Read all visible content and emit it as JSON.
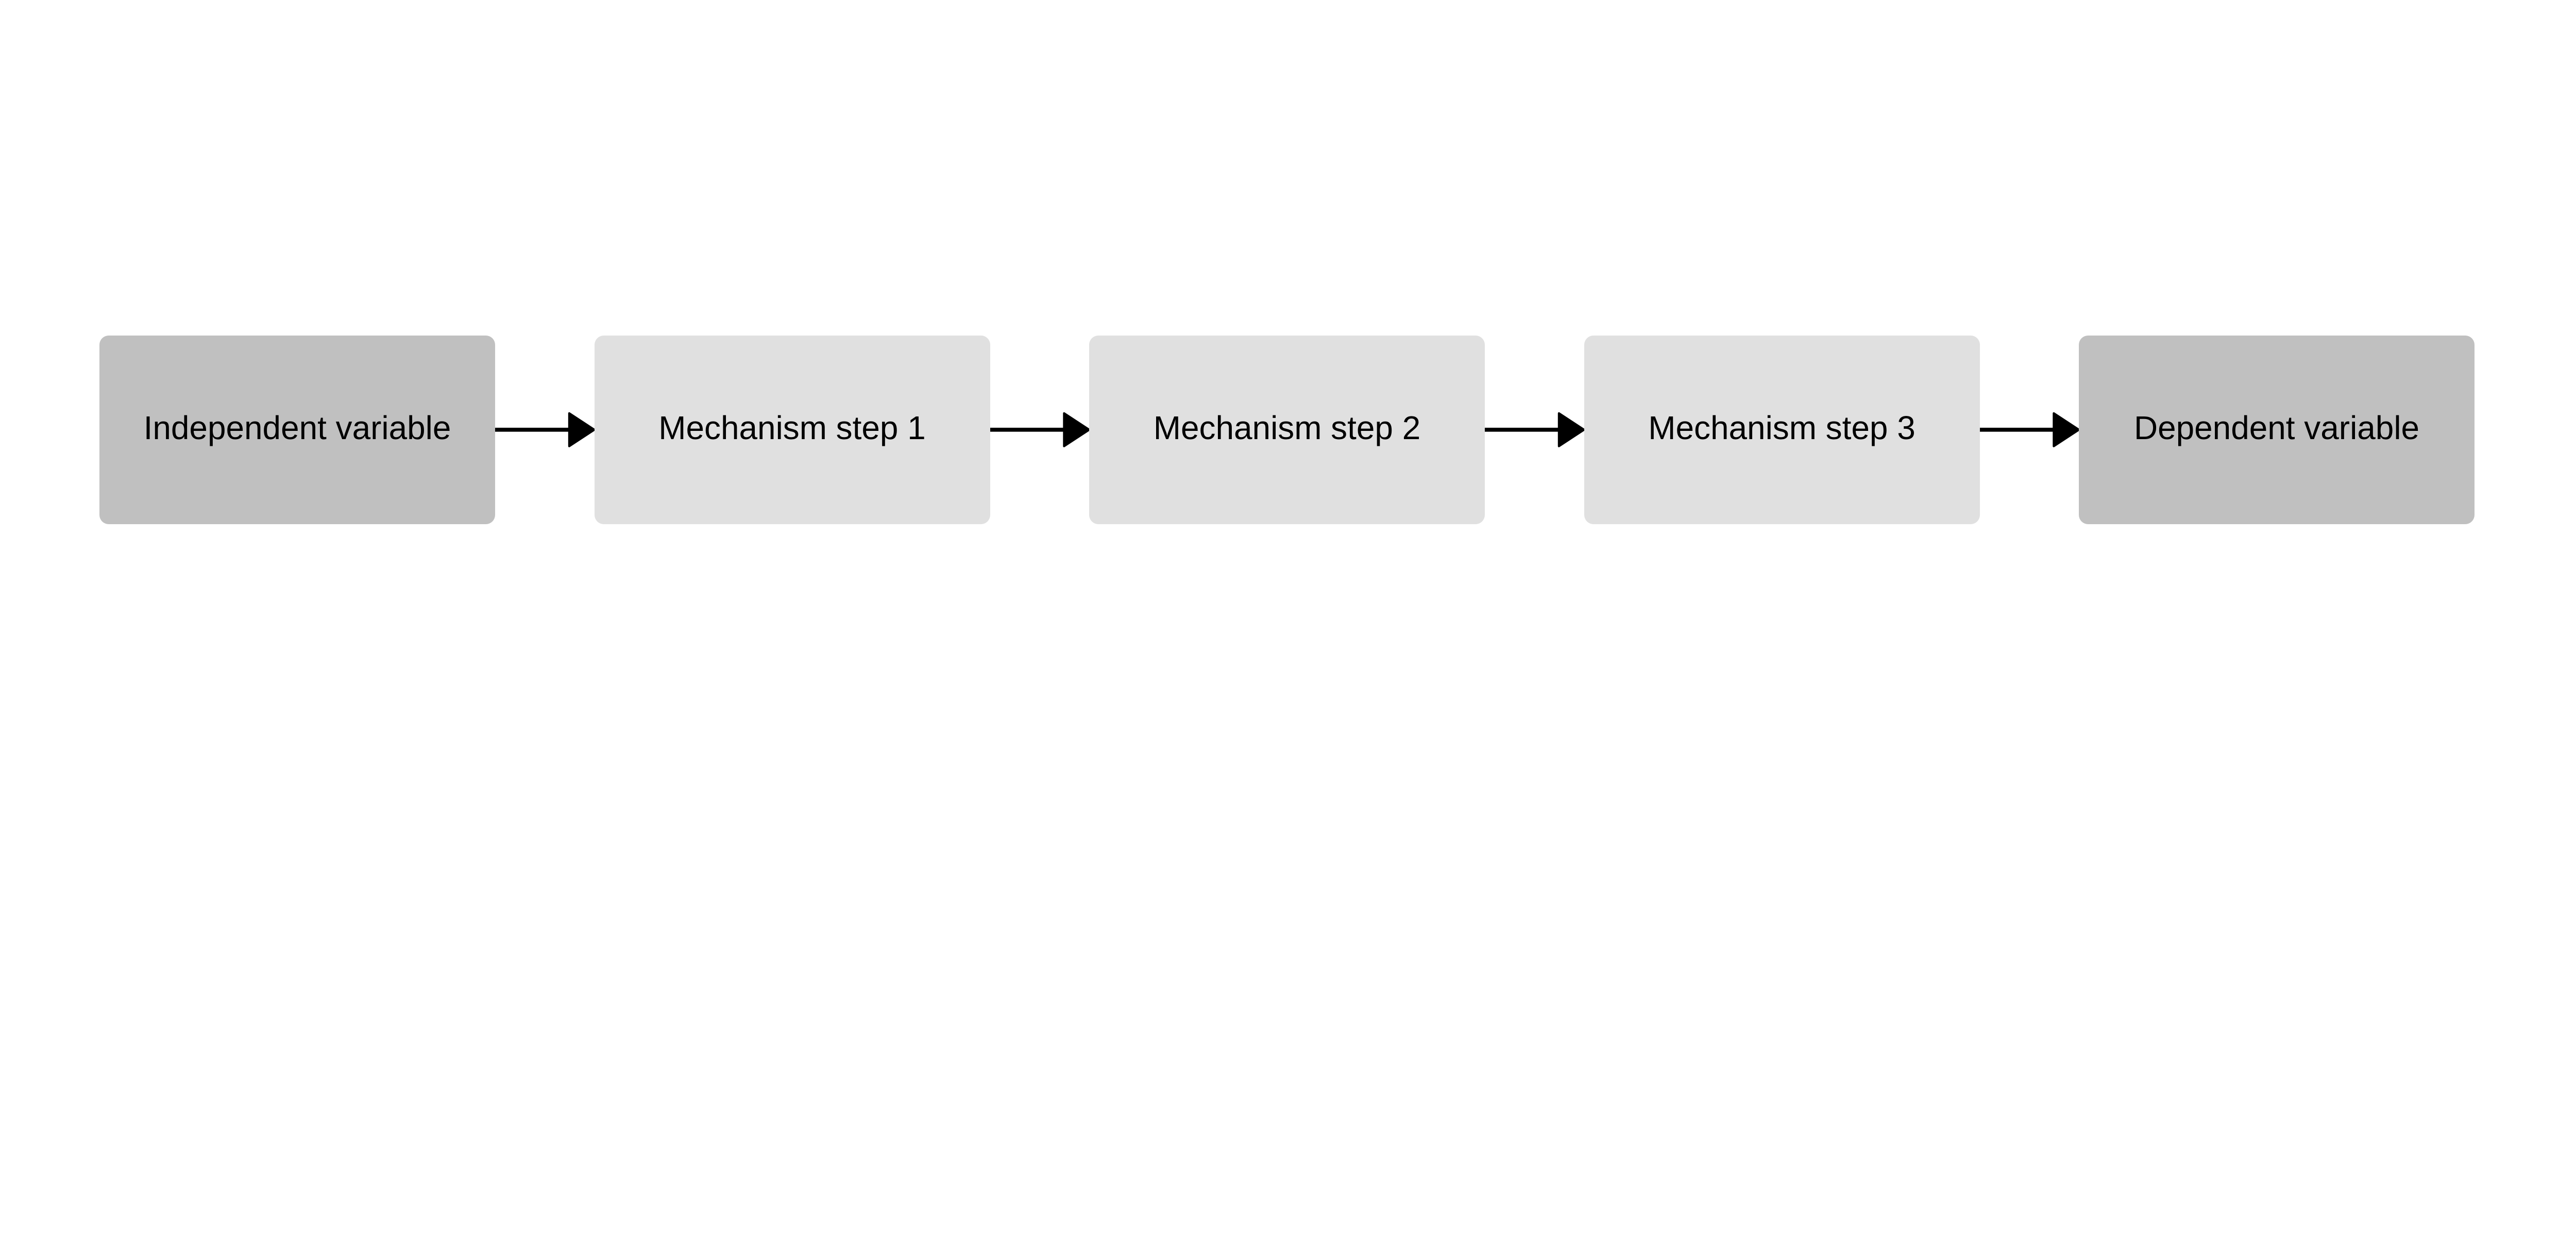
{
  "nodes": [
    {
      "label": "Independent variable",
      "color": "#c0c0c0"
    },
    {
      "label": "Mechanism step 1",
      "color": "#e0e0e0"
    },
    {
      "label": "Mechanism step 2",
      "color": "#e0e0e0"
    },
    {
      "label": "Mechanism step 3",
      "color": "#e0e0e0"
    },
    {
      "label": "Dependent variable",
      "color": "#c0c0c0"
    }
  ],
  "edges": [
    {
      "from": "Independent variable",
      "to": "Mechanism step 1"
    },
    {
      "from": "Mechanism step 1",
      "to": "Mechanism step 2"
    },
    {
      "from": "Mechanism step 2",
      "to": "Mechanism step 3"
    },
    {
      "from": "Mechanism step 3",
      "to": "Dependent variable"
    }
  ],
  "arrow_color": "#000000"
}
